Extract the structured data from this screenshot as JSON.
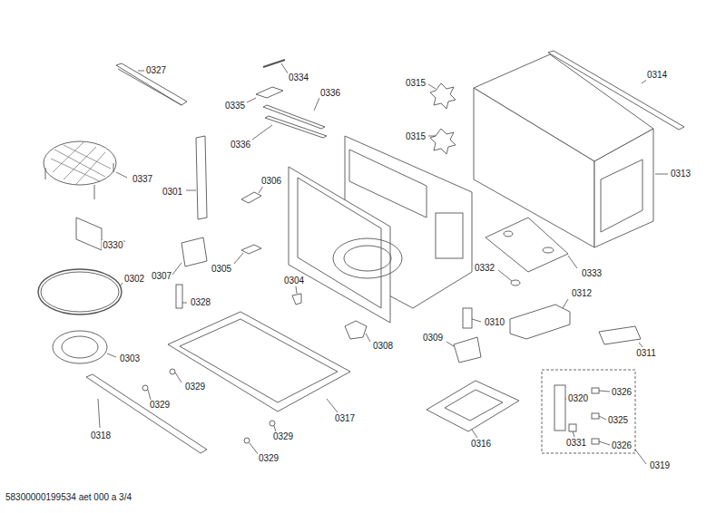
{
  "diagram": {
    "labels": [
      "0327",
      "0334",
      "0335",
      "0336",
      "0336",
      "0315",
      "0315",
      "0314",
      "0313",
      "0337",
      "0301",
      "0306",
      "0330`",
      "0307",
      "0305",
      "0302",
      "0328",
      "0304",
      "0332",
      "0333",
      "0310",
      "0312",
      "0303",
      "0308",
      "0309",
      "0311",
      "0329",
      "0329",
      "0317",
      "0316",
      "0320",
      "0326",
      "0325",
      "0331",
      "0326",
      "0318",
      "0329",
      "0329",
      "0319",
      "58300000199534 aet 000 a 3/4"
    ]
  }
}
